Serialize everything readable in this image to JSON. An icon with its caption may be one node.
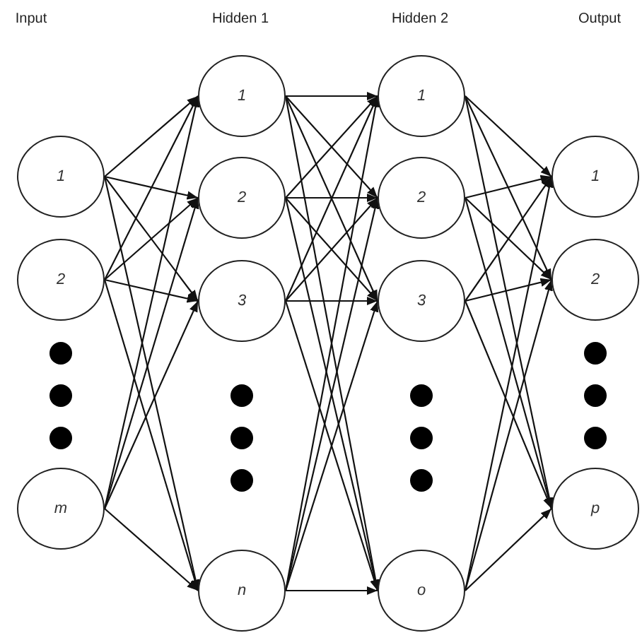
{
  "diagram": {
    "nodes": [
      {
        "text": [
          "1"
        ]
      },
      {
        "text": [
          "2"
        ]
      },
      {
        "text": [
          "m"
        ]
      },
      {
        "text": [
          "1"
        ]
      },
      {
        "text": [
          "2"
        ]
      },
      {
        "text": [
          "3"
        ]
      },
      {
        "text": [
          "n"
        ]
      },
      {
        "text": [
          "1"
        ]
      },
      {
        "text": [
          "2"
        ]
      },
      {
        "text": [
          "3"
        ]
      },
      {
        "text": [
          "o"
        ]
      },
      {
        "text": [
          "1"
        ]
      },
      {
        "text": [
          "2"
        ]
      },
      {
        "text": [
          "p"
        ]
      }
    ],
    "edges": [
      {
        "from": 0,
        "to": 3,
        "arrow": "to"
      },
      {
        "from": 0,
        "to": 4,
        "arrow": "to"
      },
      {
        "from": 0,
        "to": 5,
        "arrow": "to"
      },
      {
        "from": 0,
        "to": 6,
        "arrow": "to"
      },
      {
        "from": 1,
        "to": 3,
        "arrow": "to"
      },
      {
        "from": 1,
        "to": 4,
        "arrow": "to"
      },
      {
        "from": 1,
        "to": 5,
        "arrow": "to"
      },
      {
        "from": 1,
        "to": 6,
        "arrow": "to"
      },
      {
        "from": 2,
        "to": 3,
        "arrow": "to"
      },
      {
        "from": 2,
        "to": 4,
        "arrow": "to"
      },
      {
        "from": 2,
        "to": 5,
        "arrow": "to"
      },
      {
        "from": 2,
        "to": 6,
        "arrow": "to"
      },
      {
        "from": 3,
        "to": 7,
        "arrow": "to"
      },
      {
        "from": 3,
        "to": 8,
        "arrow": "to"
      },
      {
        "from": 3,
        "to": 9,
        "arrow": "to"
      },
      {
        "from": 3,
        "to": 10,
        "arrow": "to"
      },
      {
        "from": 4,
        "to": 7,
        "arrow": "to"
      },
      {
        "from": 4,
        "to": 8,
        "arrow": "to"
      },
      {
        "from": 4,
        "to": 9,
        "arrow": "to"
      },
      {
        "from": 4,
        "to": 10,
        "arrow": "to"
      },
      {
        "from": 5,
        "to": 7,
        "arrow": "to"
      },
      {
        "from": 5,
        "to": 8,
        "arrow": "to"
      },
      {
        "from": 5,
        "to": 9,
        "arrow": "to"
      },
      {
        "from": 5,
        "to": 10,
        "arrow": "to"
      },
      {
        "from": 6,
        "to": 7,
        "arrow": "to"
      },
      {
        "from": 6,
        "to": 8,
        "arrow": "to"
      },
      {
        "from": 6,
        "to": 9,
        "arrow": "to"
      },
      {
        "from": 6,
        "to": 10,
        "arrow": "to"
      },
      {
        "from": 7,
        "to": 11,
        "arrow": "to"
      },
      {
        "from": 7,
        "to": 12,
        "arrow": "to"
      },
      {
        "from": 7,
        "to": 13,
        "arrow": "to"
      },
      {
        "from": 8,
        "to": 11,
        "arrow": "to"
      },
      {
        "from": 8,
        "to": 12,
        "arrow": "to"
      },
      {
        "from": 8,
        "to": 13,
        "arrow": "to"
      },
      {
        "from": 9,
        "to": 11,
        "arrow": "to"
      },
      {
        "from": 9,
        "to": 12,
        "arrow": "to"
      },
      {
        "from": 9,
        "to": 13,
        "arrow": "to"
      },
      {
        "from": 10,
        "to": 11,
        "arrow": "to"
      },
      {
        "from": 10,
        "to": 12,
        "arrow": "to"
      },
      {
        "from": 10,
        "to": 13,
        "arrow": "to"
      }
    ],
    "labels": [
      "Input",
      "Hidden 1",
      "Hidden 2",
      "Output"
    ]
  }
}
